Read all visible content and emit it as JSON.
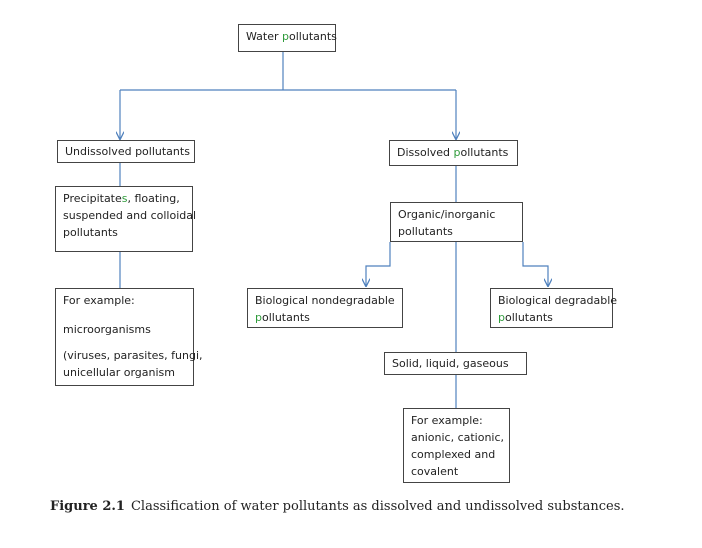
{
  "nodes": {
    "root": {
      "pre": "Water ",
      "hl": "p",
      "post": "ollutants"
    },
    "undissolved": {
      "text": "Undissolved pollutants"
    },
    "dissolved": {
      "pre": "Dissolved ",
      "hl": "p",
      "post": "ollutants"
    },
    "precipitates": {
      "l1_pre": "Precipitate",
      "l1_hl": "s",
      "l1_post": ", floating,",
      "l2": "suspended and colloidal",
      "l3": "pollutants"
    },
    "example_micro": {
      "l1": "For example:",
      "l2": "microorganisms",
      "l3": "(viruses, parasites, fungi,",
      "l4": "unicellular organism"
    },
    "organic": {
      "l1": "Organic/inorganic",
      "l2": "pollutants"
    },
    "nondegradable": {
      "l1": "Biological nondegradable",
      "l2_hl": "p",
      "l2_post": "ollutants"
    },
    "degradable": {
      "l1": "Biological degradable",
      "l2_hl": "p",
      "l2_post": "ollutants"
    },
    "solid": {
      "text": "Solid, liquid,  gaseous"
    },
    "example_ionic": {
      "l1": "For example:",
      "l2": "anionic, cationic,",
      "l3": "complexed and",
      "l4": "covalent"
    }
  },
  "caption": {
    "label": "Figure 2.1",
    "text": "Classification of water pollutants as dissolved and undissolved substances."
  },
  "colors": {
    "connector": "#4f81bd",
    "highlight": "#2e9b3a",
    "border": "#444444"
  }
}
